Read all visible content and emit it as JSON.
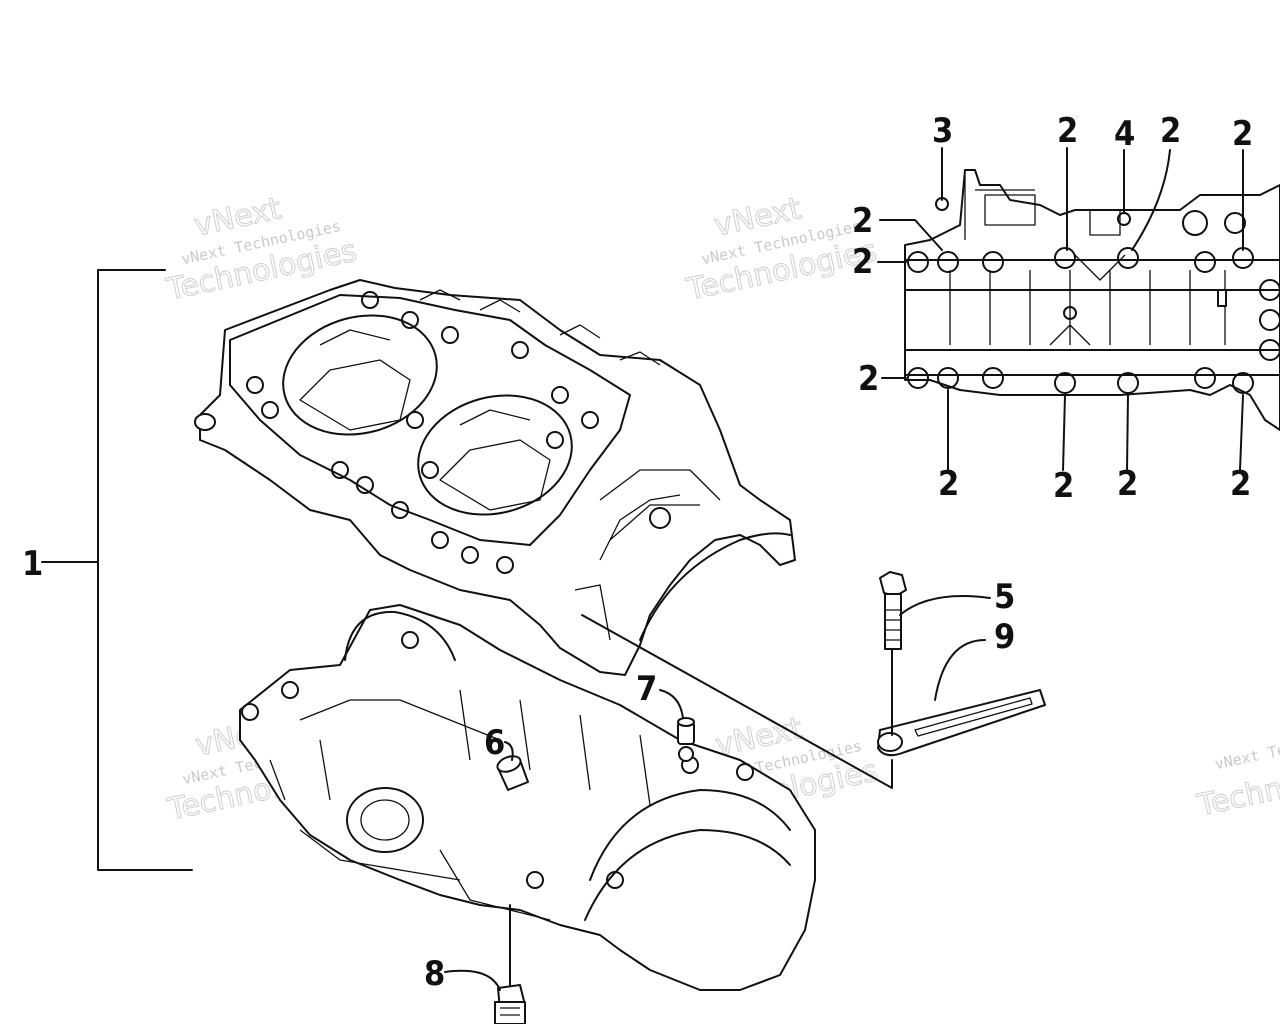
{
  "callouts": {
    "c1": "1",
    "c2": "2",
    "c3": "3",
    "c4": "4",
    "c5": "5",
    "c6": "6",
    "c7": "7",
    "c8": "8",
    "c9": "9"
  },
  "watermark": {
    "line1": "vNext",
    "line2": "vNext Technologies",
    "line3": "Technologies"
  }
}
